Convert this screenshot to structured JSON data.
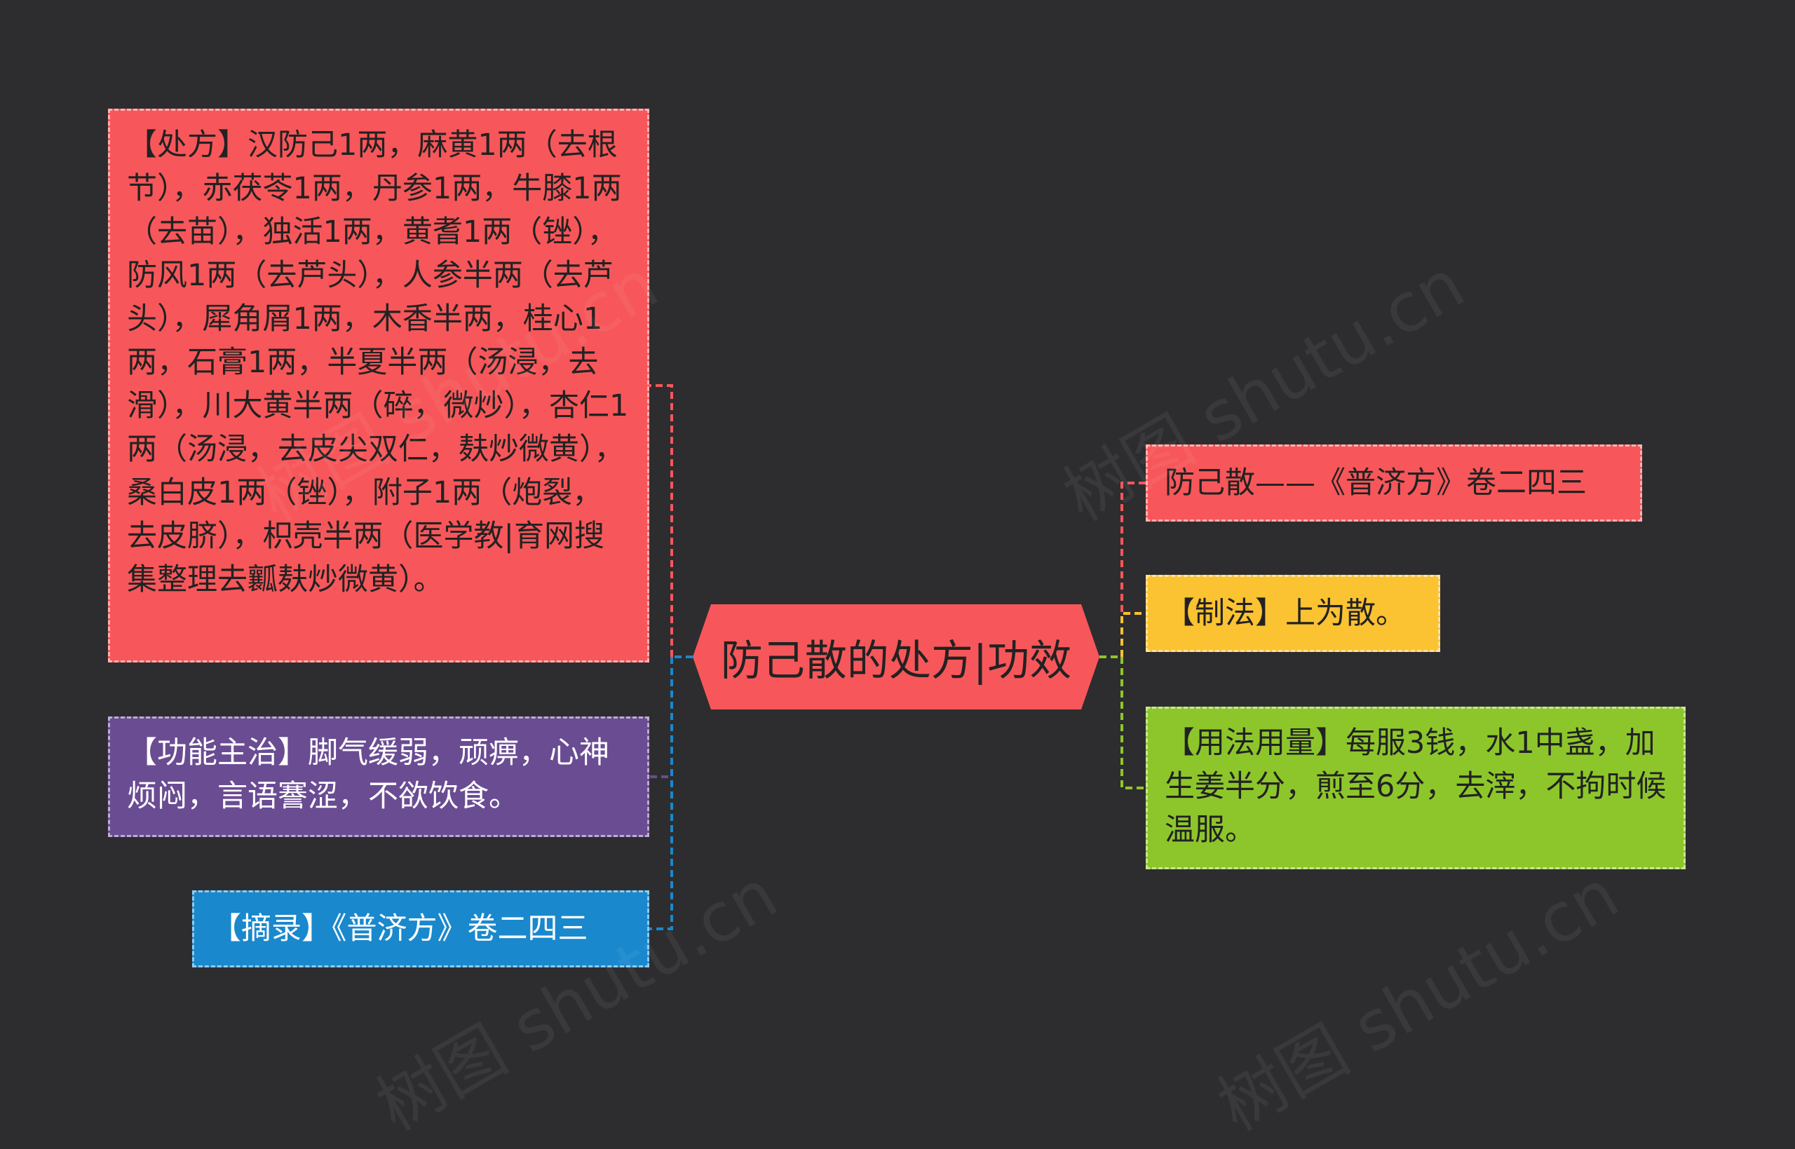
{
  "center": {
    "label": "防己散的处方|功效"
  },
  "left_nodes": {
    "recipe": "【处方】汉防己1两，麻黄1两（去根节），赤茯苓1两，丹参1两，牛膝1两（去苗），独活1两，黄耆1两（锉），防风1两（去芦头），人参半两（去芦头），犀角屑1两，木香半两，桂心1两，石膏1两，半夏半两（汤浸，去滑），川大黄半两（碎，微炒），杏仁1两（汤浸，去皮尖双仁，麸炒微黄），桑白皮1两（锉），附子1两（炮裂，去皮脐），枳壳半两（医学教|育网搜集整理去瓤麸炒微黄）。",
    "functions": "【功能主治】脚气缓弱，顽痹，心神烦闷，言语謇涩，不欲饮食。",
    "source": "【摘录】《普济方》卷二四三"
  },
  "right_nodes": {
    "title": "防己散——《普济方》卷二四三",
    "method": "【制法】上为散。",
    "usage": "【用法用量】每服3钱，水1中盏，加生姜半分，煎至6分，去滓，不拘时候温服。"
  },
  "colors": {
    "background": "#2d2d2f",
    "red": "#f7575a",
    "purple": "#6a4c93",
    "blue": "#1a88cc",
    "yellow": "#fbc232",
    "green": "#8dc62b"
  },
  "watermark": "树图 shutu.cn"
}
